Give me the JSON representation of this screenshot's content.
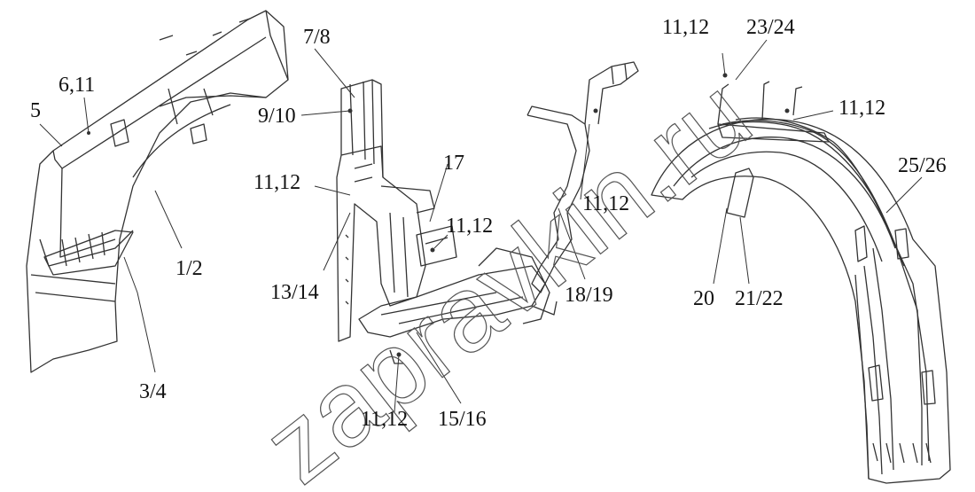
{
  "diagram": {
    "callouts": [
      {
        "id": "c-5",
        "text": "5"
      },
      {
        "id": "c-6-11",
        "text": "6,11"
      },
      {
        "id": "c-1-2",
        "text": "1/2"
      },
      {
        "id": "c-3-4",
        "text": "3/4"
      },
      {
        "id": "c-7-8",
        "text": "7/8"
      },
      {
        "id": "c-9-10",
        "text": "9/10"
      },
      {
        "id": "c-11-12-a",
        "text": "11,12"
      },
      {
        "id": "c-13-14",
        "text": "13/14"
      },
      {
        "id": "c-17",
        "text": "17"
      },
      {
        "id": "c-11-12-b",
        "text": "11,12"
      },
      {
        "id": "c-11-12-c",
        "text": "11,12"
      },
      {
        "id": "c-15-16",
        "text": "15/16"
      },
      {
        "id": "c-18-19",
        "text": "18/19"
      },
      {
        "id": "c-11-12-d",
        "text": "11,12"
      },
      {
        "id": "c-11-12-e",
        "text": "11,12"
      },
      {
        "id": "c-23-24",
        "text": "23/24"
      },
      {
        "id": "c-11-12-f",
        "text": "11,12"
      },
      {
        "id": "c-25-26",
        "text": "25/26"
      },
      {
        "id": "c-20",
        "text": "20"
      },
      {
        "id": "c-21-22",
        "text": "21/22"
      }
    ]
  },
  "watermark": {
    "text": "zapravkin.ru"
  },
  "colors": {
    "line": "#333333",
    "watermark_stroke": "#555555"
  }
}
